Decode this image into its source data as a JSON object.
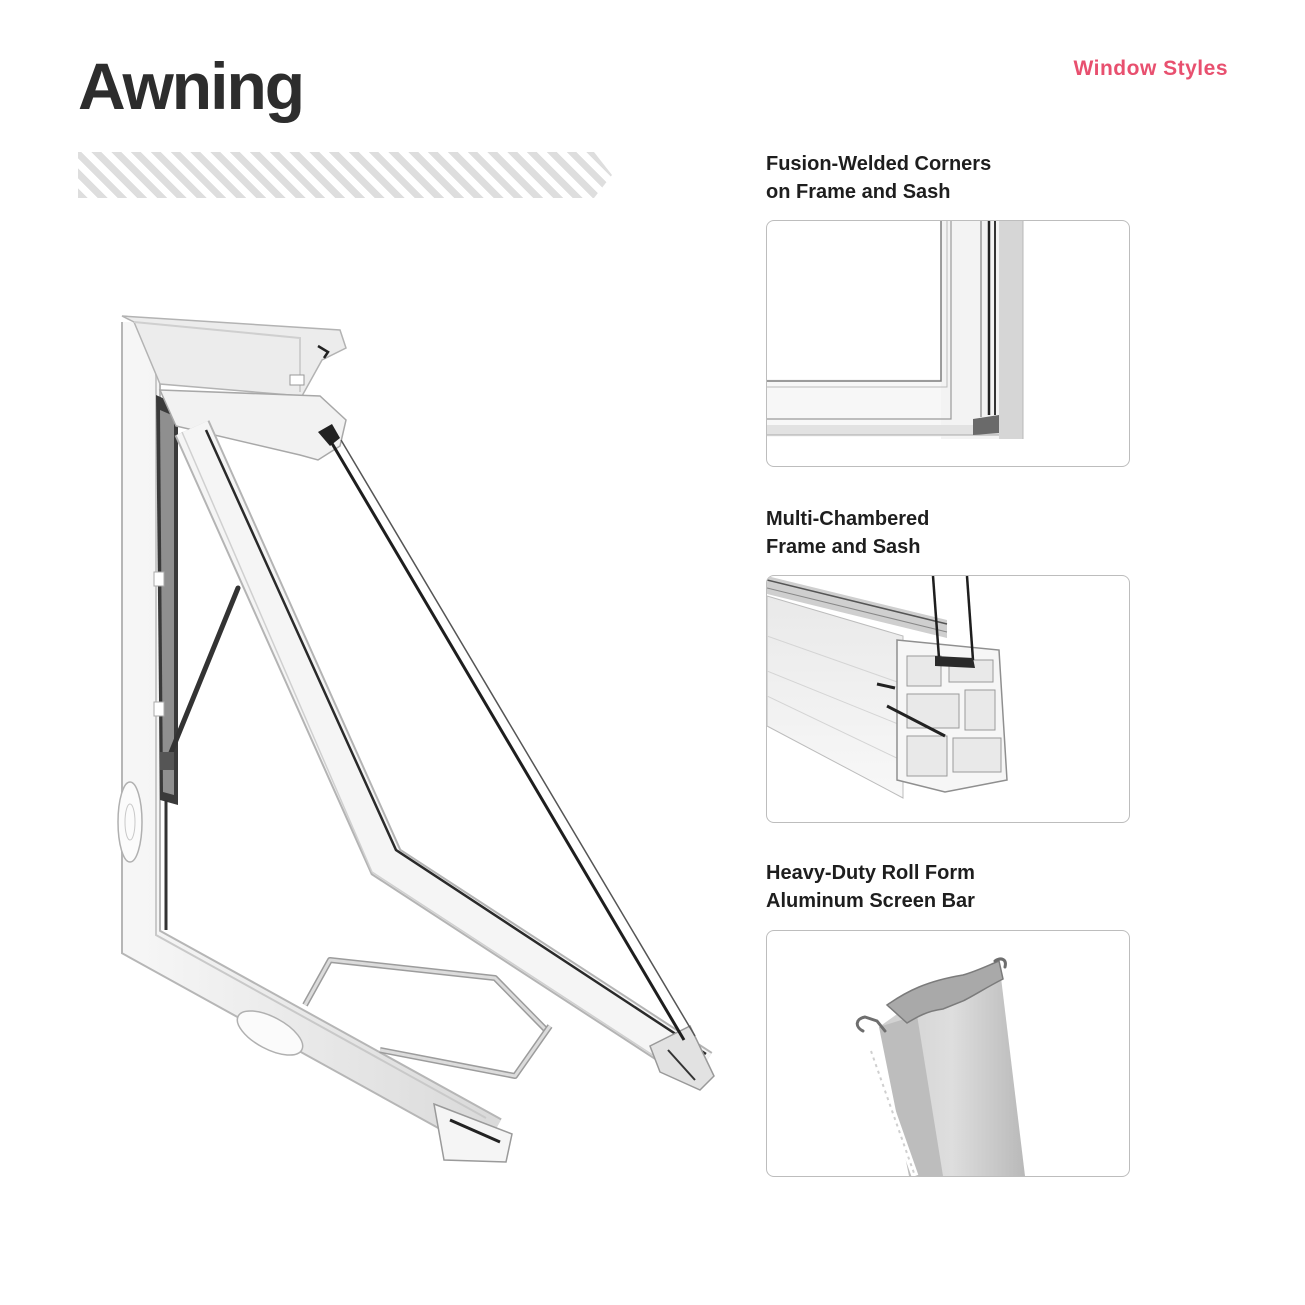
{
  "page": {
    "title": "Awning",
    "section": "Window Styles"
  },
  "features": [
    {
      "heading_lines": [
        "Fusion-Welded Corners",
        "on Frame and Sash"
      ],
      "image": "corner-detail"
    },
    {
      "heading_lines": [
        "Multi-Chambered",
        "Frame and Sash"
      ],
      "image": "chamber-cross-section"
    },
    {
      "heading_lines": [
        "Heavy-Duty Roll Form",
        "Aluminum Screen Bar"
      ],
      "image": "screen-bar"
    }
  ],
  "colors": {
    "accent": "#e8506f",
    "title": "#2d2d2d",
    "heading": "#1e1e1e",
    "stripe": "#dedede"
  }
}
